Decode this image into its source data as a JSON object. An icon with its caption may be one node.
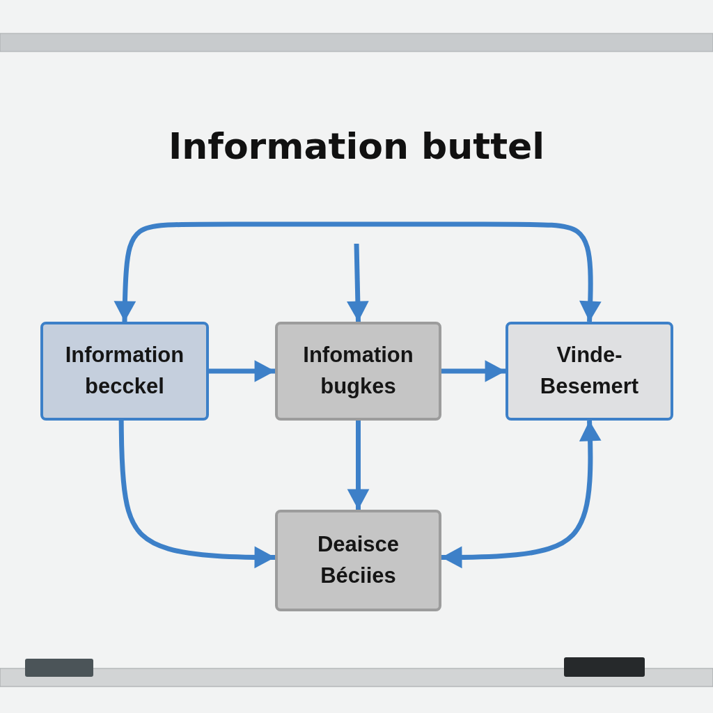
{
  "diagram": {
    "title": "Information buttel",
    "nodes": [
      {
        "text": [
          "Information becckel"
        ]
      },
      {
        "text": [
          "Infomation bugkes"
        ]
      },
      {
        "text": [
          "Vinde- Besemert"
        ]
      },
      {
        "text": [
          "Deaisce Béciies"
        ]
      }
    ],
    "edges": [
      {
        "from": 0,
        "to": 2,
        "arrow": "both"
      },
      {
        "from": null,
        "to": 1,
        "arrow": "to"
      },
      {
        "from": 0,
        "to": 1,
        "arrow": "to"
      },
      {
        "from": 1,
        "to": 2,
        "arrow": "to"
      },
      {
        "from": 1,
        "to": 3,
        "arrow": "to"
      },
      {
        "from": 0,
        "to": 3,
        "arrow": "to"
      },
      {
        "from": 3,
        "to": 2,
        "arrow": "both"
      }
    ]
  }
}
